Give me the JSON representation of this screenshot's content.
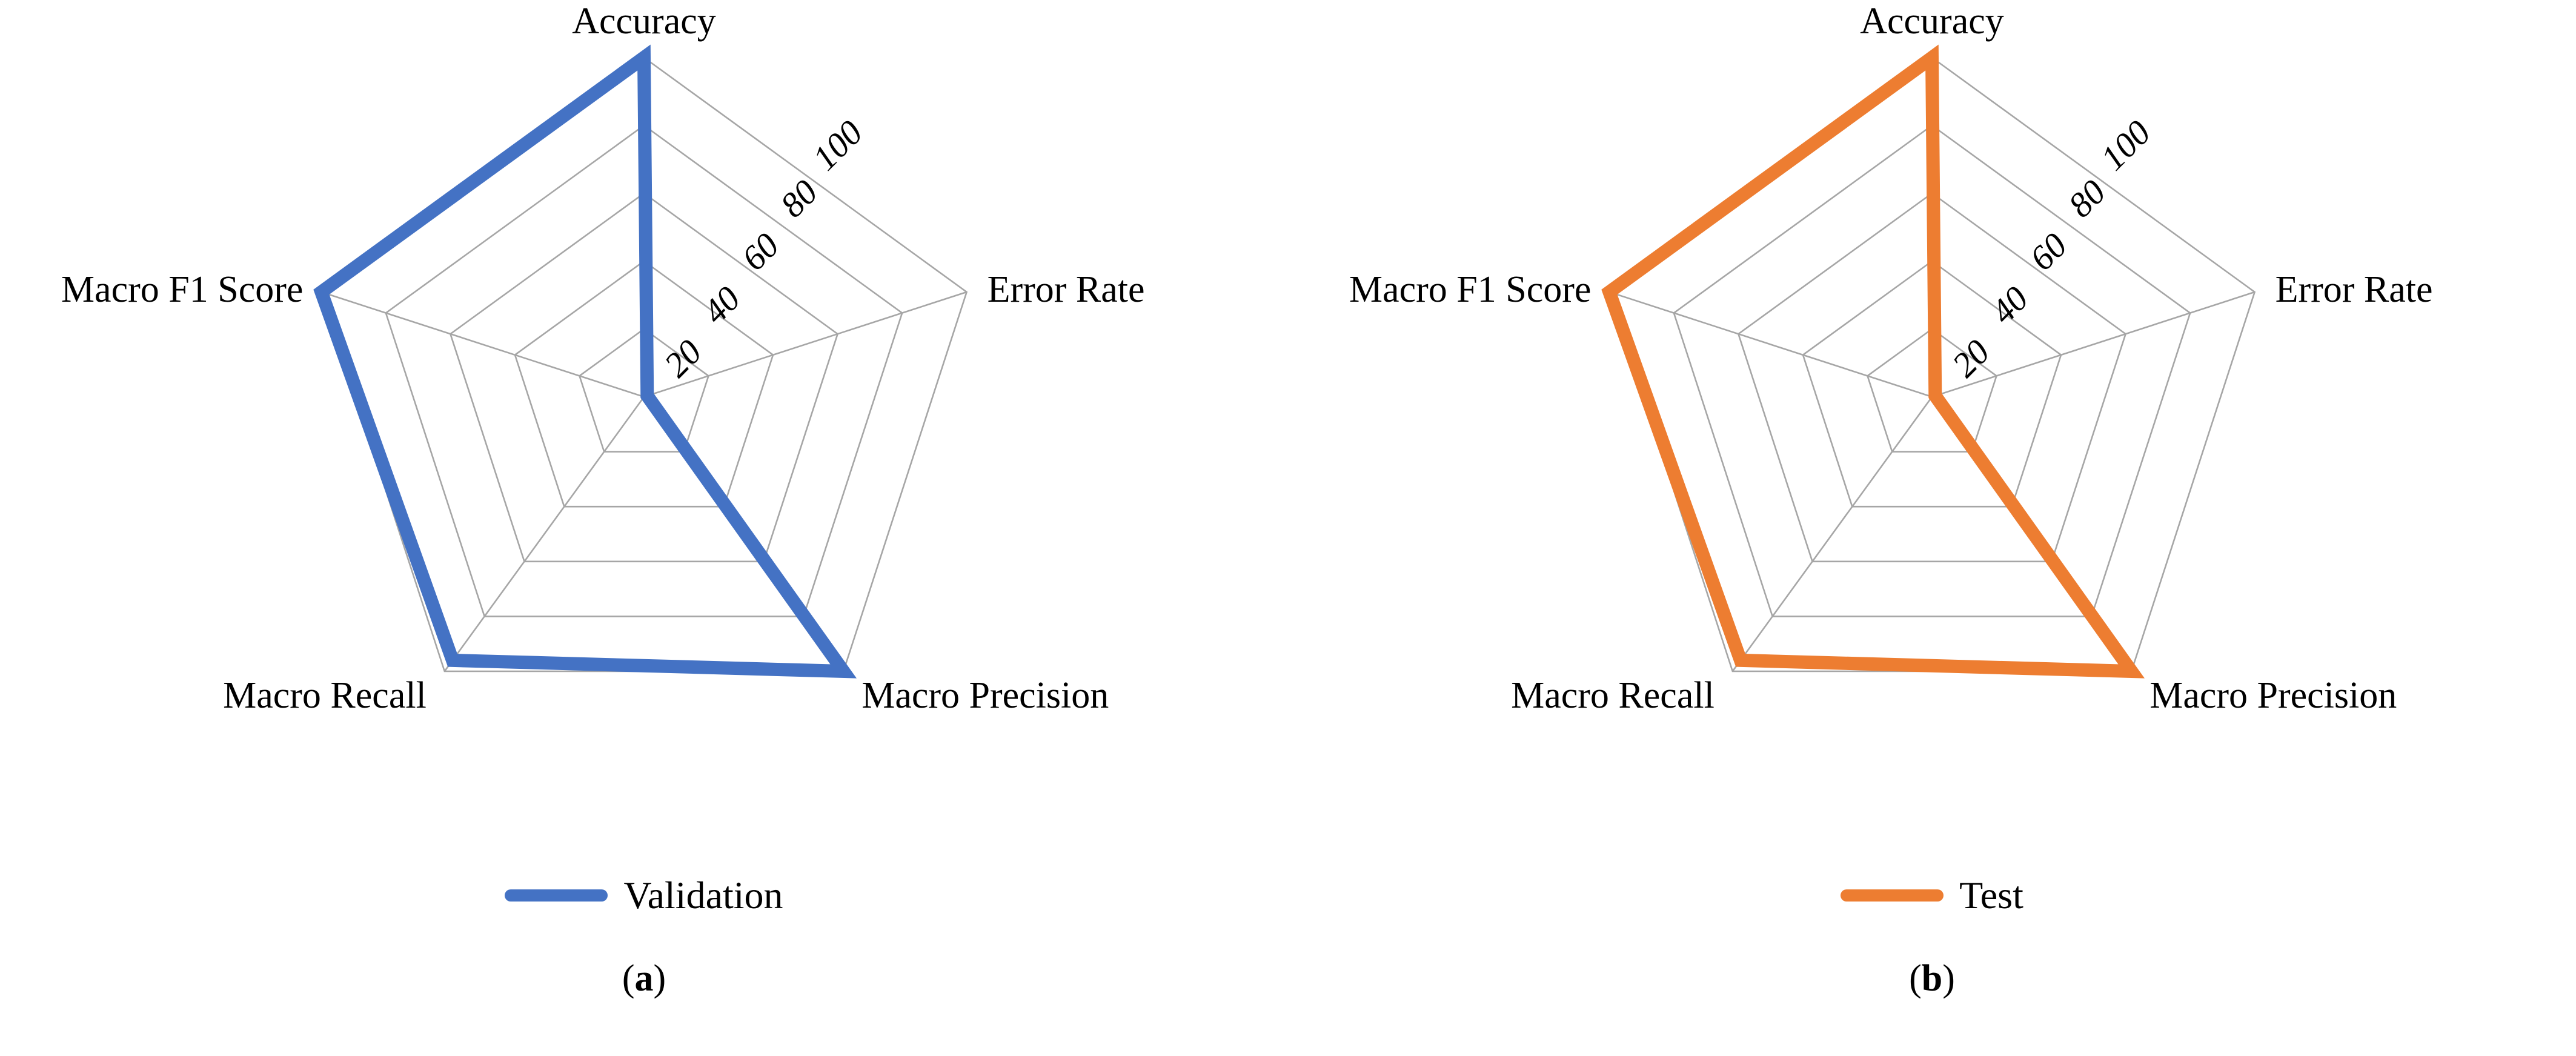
{
  "figure": {
    "panels": [
      {
        "id": "a",
        "caption_prefix": "(",
        "caption_letter": "a",
        "caption_suffix": ")",
        "legend_label": "Validation",
        "color": "#4472C4"
      },
      {
        "id": "b",
        "caption_prefix": "(",
        "caption_letter": "b",
        "caption_suffix": ")",
        "legend_label": "Test",
        "color": "#ED7D31"
      }
    ]
  },
  "chart_data": [
    {
      "type": "radar",
      "title": "",
      "panel": "(a)",
      "categories": [
        "Accuracy",
        "Error Rate",
        "Macro Precision",
        "Macro Recall",
        "Macro F1 Score"
      ],
      "series": [
        {
          "name": "Validation",
          "color": "#4472C4",
          "values": [
            100,
            1,
            100,
            96,
            100
          ]
        }
      ],
      "tick_labels": [
        "20",
        "40",
        "60",
        "80",
        "100"
      ],
      "tick_values": [
        20,
        40,
        60,
        80,
        100
      ],
      "rlim": [
        0,
        100
      ],
      "grid": true,
      "legend_position": "bottom",
      "xlabel": "",
      "ylabel": ""
    },
    {
      "type": "radar",
      "title": "",
      "panel": "(b)",
      "categories": [
        "Accuracy",
        "Error Rate",
        "Macro Precision",
        "Macro Recall",
        "Macro F1 Score"
      ],
      "series": [
        {
          "name": "Test",
          "color": "#ED7D31",
          "values": [
            100,
            1,
            100,
            96,
            100
          ]
        }
      ],
      "tick_labels": [
        "20",
        "40",
        "60",
        "80",
        "100"
      ],
      "tick_values": [
        20,
        40,
        60,
        80,
        100
      ],
      "rlim": [
        0,
        100
      ],
      "grid": true,
      "legend_position": "bottom",
      "xlabel": "",
      "ylabel": ""
    }
  ],
  "colors": {
    "validation": "#4472C4",
    "test": "#ED7D31",
    "grid": "#A6A6A6",
    "text": "#000000",
    "background": "#FFFFFF"
  }
}
